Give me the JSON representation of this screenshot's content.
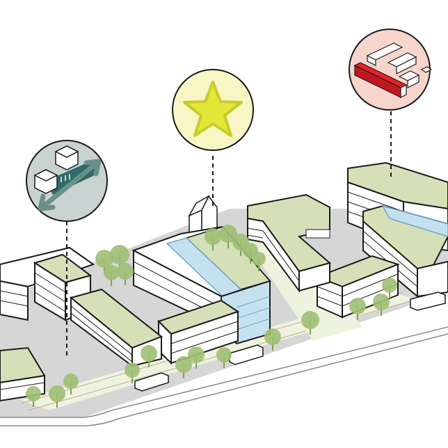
{
  "diagram": {
    "colors": {
      "background": "#ffffff",
      "ground": "#d6d6d6",
      "ground_edge": "#8a8a8a",
      "roof_green": "#d5e0b8",
      "facade": "#ffffff",
      "outline": "#1a1a1a",
      "glass": "#c5e1f0",
      "glass_line": "#6aa6c8",
      "tree": "#9fbf73",
      "tree_dark": "#7e9e57",
      "path": "#eef3df",
      "path_line": "#c9a88f",
      "callout_ring": "#1a1a1a",
      "leader": "#1a1a1a"
    },
    "callouts": [
      {
        "id": "mobility-connection",
        "icon": "building-link-icon",
        "fill": "#c9d3d1",
        "accent": "#2e6b66",
        "arrow": "#6a8f8a"
      },
      {
        "id": "landmark",
        "icon": "star-icon",
        "fill": "#f7f6c4",
        "star_fill": "#e4e63a",
        "star_stroke": "#c7cc2a"
      },
      {
        "id": "noise-barrier",
        "icon": "barrier-block-icon",
        "fill": "#f7d4cc",
        "bar_fill": "#e8202a",
        "bar_side": "#c11820"
      }
    ]
  }
}
